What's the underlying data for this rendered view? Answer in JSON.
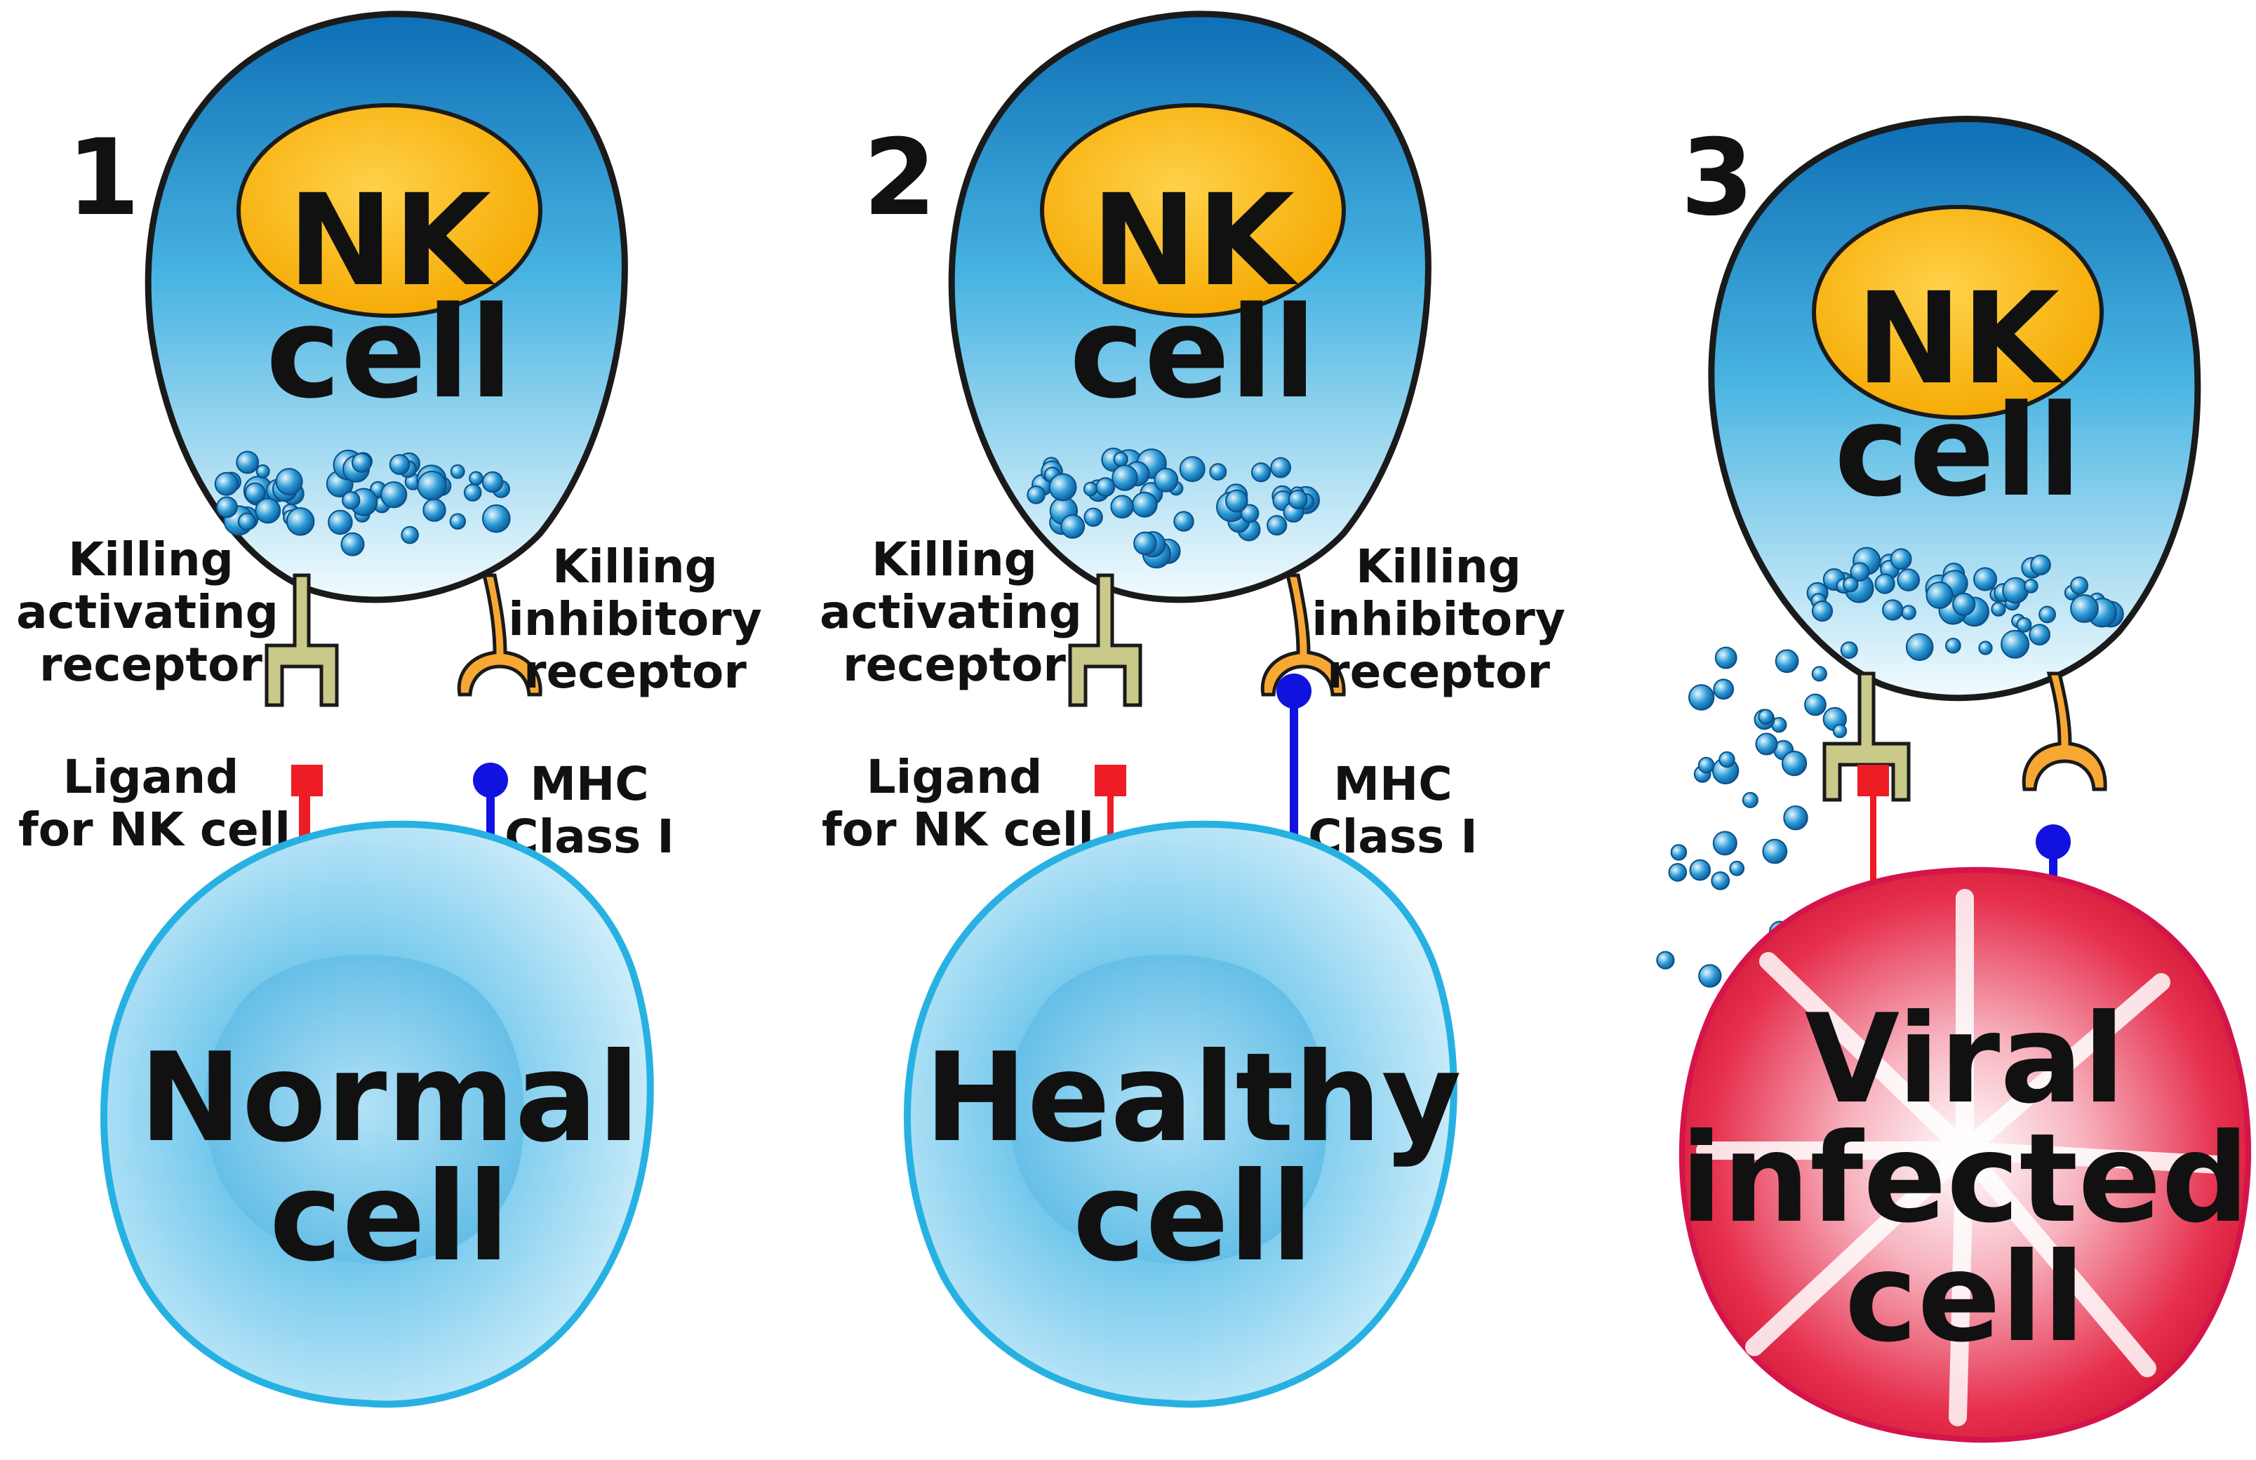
{
  "panels": [
    {
      "number": "1",
      "nk_line1": "NK",
      "nk_line2": "cell",
      "activating_label": [
        "Killing",
        "activating",
        "receptor"
      ],
      "inhibitory_label": [
        "Killing",
        "inhibitory",
        "receptor"
      ],
      "ligand_label": [
        "Ligand",
        "for NK cell"
      ],
      "mhc_label": [
        "MHC",
        "Class I"
      ],
      "target_lines": [
        "Normal",
        "cell"
      ]
    },
    {
      "number": "2",
      "nk_line1": "NK",
      "nk_line2": "cell",
      "activating_label": [
        "Killing",
        "activating",
        "receptor"
      ],
      "inhibitory_label": [
        "Killing",
        "inhibitory",
        "receptor"
      ],
      "ligand_label": [
        "Ligand",
        "for NK cell"
      ],
      "mhc_label": [
        "MHC",
        "Class I"
      ],
      "target_lines": [
        "Healthy",
        "cell"
      ]
    },
    {
      "number": "3",
      "nk_line1": "NK",
      "nk_line2": "cell",
      "target_lines": [
        "Viral",
        "infected",
        "cell"
      ]
    }
  ],
  "colors": {
    "nk_cytoplasm_top": "#1a86c8",
    "nk_cytoplasm_bottom": "#eaf7fd",
    "nucleus": "#ffc20e",
    "activating_receptor": "#c9c98a",
    "inhibitory_receptor": "#f7a833",
    "ligand": "#ee1c25",
    "mhc": "#1212e0",
    "healthy_cell": "#8fd3ef",
    "healthy_outline": "#27b1e3",
    "infected_cell": "#e8314f"
  }
}
